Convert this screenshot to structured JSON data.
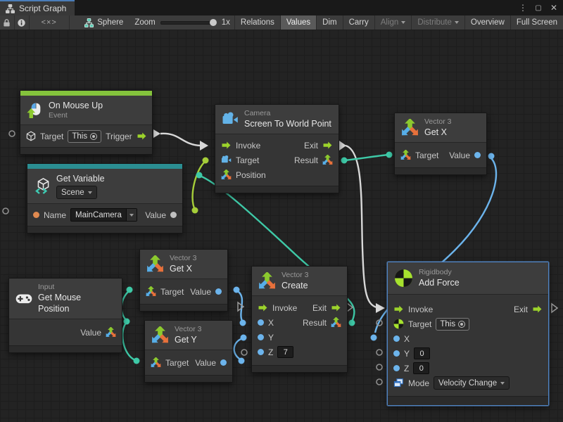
{
  "window": {
    "tab_title": "Script Graph",
    "controls": {
      "menu": "⋮",
      "maximize": "▢",
      "close": "✕"
    }
  },
  "toolbar": {
    "code_toggle": "<×>",
    "graph_name": "Sphere",
    "zoom_label": "Zoom",
    "zoom_value": "1x",
    "relations": "Relations",
    "values": "Values",
    "dim": "Dim",
    "carry": "Carry",
    "align": "Align",
    "distribute": "Distribute",
    "overview": "Overview",
    "full_screen": "Full Screen"
  },
  "nodes": {
    "on_mouse_up": {
      "title": "On Mouse Up",
      "subtitle": "Event",
      "target": "Target",
      "target_value": "This",
      "trigger": "Trigger"
    },
    "get_variable": {
      "title": "Get Variable",
      "scope": "Scene",
      "name": "Name",
      "name_value": "MainCamera",
      "value": "Value"
    },
    "camera": {
      "type": "Camera",
      "title": "Screen To World Point",
      "invoke": "Invoke",
      "exit": "Exit",
      "target": "Target",
      "result": "Result",
      "position": "Position"
    },
    "get_x_top": {
      "type": "Vector 3",
      "title": "Get X",
      "target": "Target",
      "value": "Value"
    },
    "get_x_mid": {
      "type": "Vector 3",
      "title": "Get X",
      "target": "Target",
      "value": "Value"
    },
    "get_y": {
      "type": "Vector 3",
      "title": "Get Y",
      "target": "Target",
      "value": "Value"
    },
    "get_mouse_position": {
      "type": "Input",
      "title": "Get Mouse Position",
      "value": "Value"
    },
    "create": {
      "type": "Vector 3",
      "title": "Create",
      "invoke": "Invoke",
      "exit": "Exit",
      "x": "X",
      "y": "Y",
      "z": "Z",
      "z_value": "7",
      "result": "Result"
    },
    "add_force": {
      "type": "Rigidbody",
      "title": "Add Force",
      "invoke": "Invoke",
      "exit": "Exit",
      "target": "Target",
      "target_value": "This",
      "x": "X",
      "y": "Y",
      "y_value": "0",
      "z": "Z",
      "z_value": "0",
      "mode": "Mode",
      "mode_value": "Velocity Change"
    }
  },
  "colors": {
    "control_green": "#9cd32b",
    "vector_teal": "#3ec9a7",
    "float_blue": "#6cb4ec",
    "object_lime": "#a6ce39",
    "string_orange": "#e08a50",
    "event_accent": "#84c33c",
    "variable_accent": "#2b8e92",
    "selection_blue": "#4f83c2",
    "wire_control": "#d8d8d8"
  }
}
